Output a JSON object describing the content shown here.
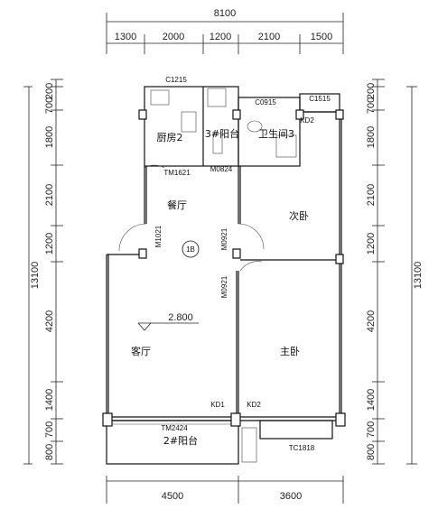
{
  "dimensions": {
    "top_total": "8100",
    "top_segments": [
      "1300",
      "2000",
      "1200",
      "2100",
      "1500"
    ],
    "bottom_segments": [
      "4500",
      "3600"
    ],
    "left_total": "13100",
    "left_segments": [
      "200",
      "700",
      "1800",
      "2100",
      "1200",
      "4200",
      "1400",
      "700",
      "800"
    ],
    "right_total": "13100",
    "right_segments": [
      "200",
      "700",
      "1800",
      "2100",
      "1200",
      "4200",
      "1400",
      "700",
      "800"
    ]
  },
  "rooms": {
    "kitchen": "厨房2",
    "balcony3": "3#阳台",
    "bathroom": "卫生间3",
    "dining": "餐厅",
    "second_bedroom": "次卧",
    "living": "客厅",
    "master_bedroom": "主卧",
    "balcony2": "2#阳台"
  },
  "labels": {
    "c1215": "C1215",
    "c0915": "C0915",
    "c_small": "C1515",
    "kd2_top": "KD2",
    "tm1621": "TM1621",
    "m0824": "M0824",
    "m1021": "M1021",
    "m0921_a": "M0921",
    "m0921_b": "M0921",
    "unit_tag": "1B",
    "elevation": "2.800",
    "kd1": "KD1",
    "kd2_bottom": "KD2",
    "tm2424": "TM2424",
    "tc1818": "TC1818"
  }
}
